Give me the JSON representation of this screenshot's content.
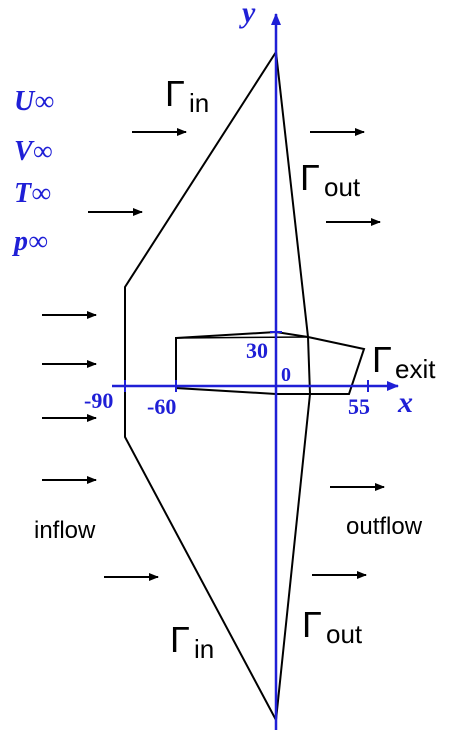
{
  "axes": {
    "x_label": "x",
    "y_label": "y",
    "color": "#1f1fd6"
  },
  "ticks": {
    "neg90": "-90",
    "neg60": "-60",
    "zero": "0",
    "thirty": "30",
    "fiftyfive": "55"
  },
  "freestream": {
    "u": "U∞",
    "v": "V∞",
    "t": "T∞",
    "p": "p∞"
  },
  "boundaries": {
    "in_symbol": "Γ",
    "in_sub": "in",
    "out_symbol": "Γ",
    "out_sub": "out",
    "exit_symbol": "Γ",
    "exit_sub": "exit"
  },
  "flow": {
    "inflow": "inflow",
    "outflow": "outflow"
  },
  "colors": {
    "axis": "#1f1fd6",
    "outline": "#000000"
  }
}
